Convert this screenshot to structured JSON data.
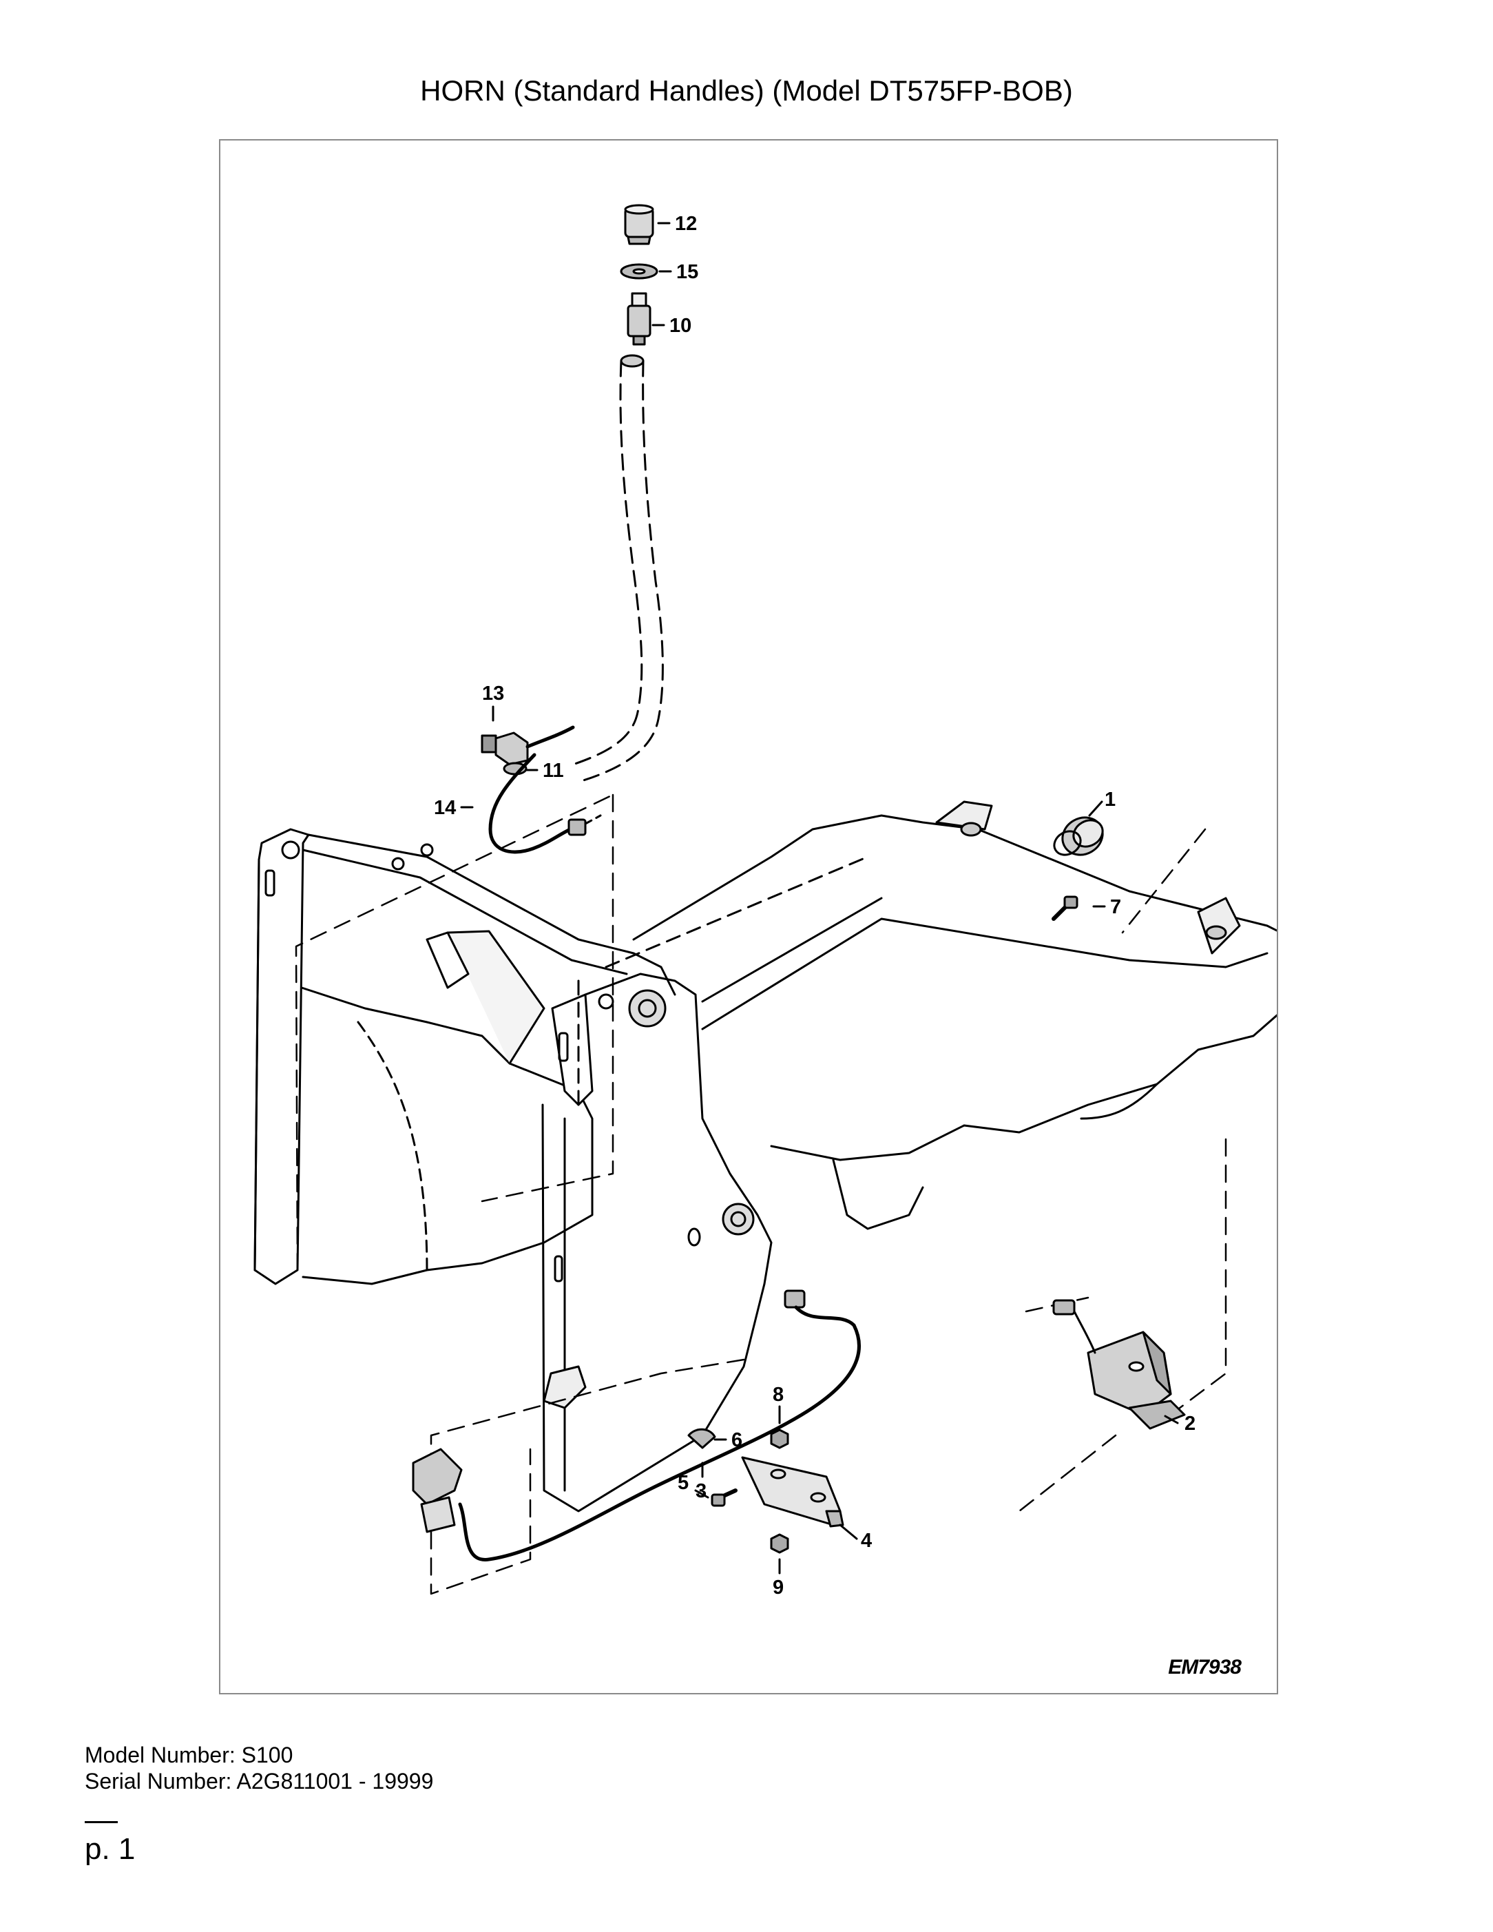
{
  "title": "HORN (Standard Handles) (Model DT575FP-BOB)",
  "diagram": {
    "figure_code": "EM7938",
    "callouts": [
      "1",
      "2",
      "3",
      "4",
      "5",
      "6",
      "7",
      "8",
      "9",
      "10",
      "11",
      "12",
      "13",
      "14",
      "15"
    ]
  },
  "footer": {
    "model_line": "Model Number: S100",
    "serial_line": "Serial Number: A2G811001 - 19999",
    "page_label": "p. 1"
  }
}
